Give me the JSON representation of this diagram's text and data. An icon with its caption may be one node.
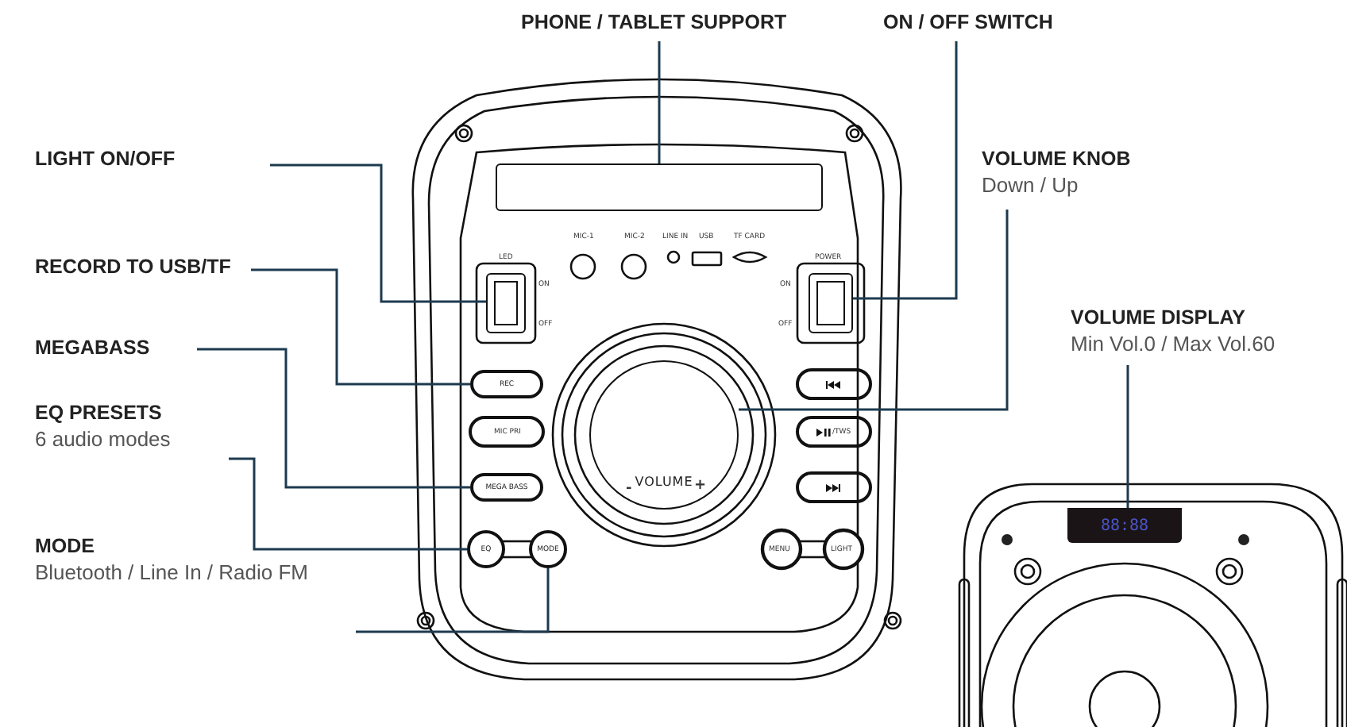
{
  "diagram": {
    "nodes": [
      {
        "text": [
          "PHONE / TABLET SUPPORT"
        ]
      },
      {
        "text": [
          "ON / OFF SWITCH"
        ]
      },
      {
        "text": [
          "LIGHT ON/OFF"
        ]
      },
      {
        "text": [
          "VOLUME KNOB",
          "Down / Up"
        ]
      },
      {
        "text": [
          "RECORD TO USB/TF"
        ]
      },
      {
        "text": [
          "VOLUME DISPLAY",
          "Min Vol.0 / Max Vol.60"
        ]
      },
      {
        "text": [
          "MEGABASS"
        ]
      },
      {
        "text": [
          "EQ PRESETS",
          "6 audio modes"
        ]
      },
      {
        "text": [
          "MODE",
          "Bluetooth / Line In / Radio FM"
        ]
      },
      {
        "text": [],
        "shape": "box"
      },
      {
        "text": [],
        "shape": "box"
      },
      {
        "text": [],
        "shape": "box"
      },
      {
        "text": [
          "REC"
        ]
      },
      {
        "text": [
          "MEGA BASS"
        ]
      },
      {
        "text": [
          "VOLUME"
        ]
      },
      {
        "text": [
          "EQ"
        ]
      },
      {
        "text": [
          "MODE"
        ]
      },
      {
        "text": [
          "88:88"
        ]
      }
    ],
    "edges": [
      {
        "from": 0,
        "to": 9,
        "arrow": "none"
      },
      {
        "from": 1,
        "to": 11,
        "arrow": "none"
      },
      {
        "from": 2,
        "to": 10,
        "arrow": "none"
      },
      {
        "from": 3,
        "to": 14,
        "arrow": "none"
      },
      {
        "from": 4,
        "to": 12,
        "arrow": "none"
      },
      {
        "from": 5,
        "to": 17,
        "arrow": "none"
      },
      {
        "from": 6,
        "to": 13,
        "arrow": "none"
      },
      {
        "from": 7,
        "to": 15,
        "arrow": "none"
      },
      {
        "from": 8,
        "to": 16,
        "arrow": "none"
      }
    ],
    "labels": [
      "MIC-1",
      "MIC-2",
      "LINE IN",
      "USB",
      "TF CARD",
      "LED",
      "ON",
      "OFF",
      "POWER",
      "ON",
      "OFF",
      "MIC PRI",
      "/TWS",
      "-",
      "+",
      "MENU",
      "LIGHT"
    ]
  }
}
